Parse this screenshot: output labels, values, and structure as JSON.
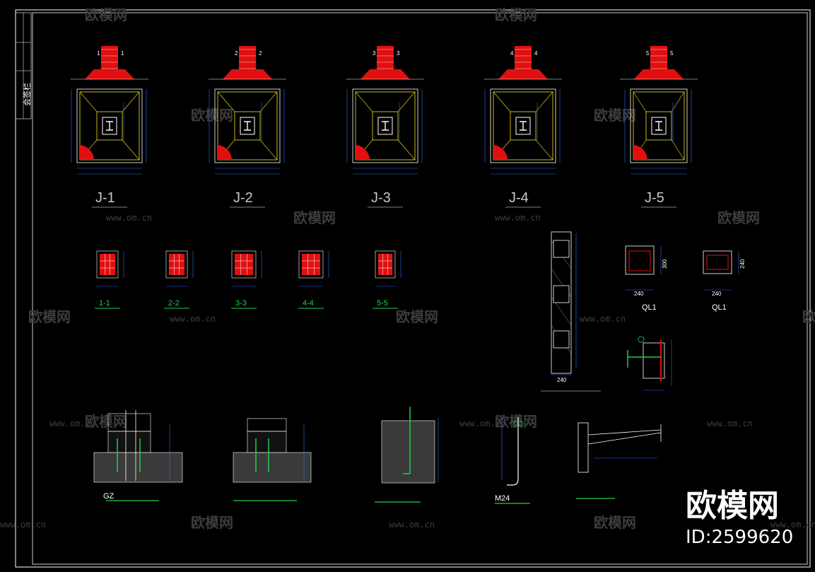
{
  "watermark": {
    "brand": "欧模网",
    "url": "www.om.cn"
  },
  "footings": [
    {
      "title": "J-1",
      "mark": "1"
    },
    {
      "title": "J-2",
      "mark": "2"
    },
    {
      "title": "J-3",
      "mark": "3"
    },
    {
      "title": "J-4",
      "mark": "4"
    },
    {
      "title": "J-5",
      "mark": "5"
    }
  ],
  "sections": [
    "1-1",
    "2-2",
    "3-3",
    "4-4",
    "5-5"
  ],
  "ring_beams": {
    "labels": [
      "QL1",
      "QL1"
    ],
    "dims": [
      "240",
      "240",
      "300",
      "240"
    ],
    "wall_dim": "240"
  },
  "details": {
    "gz_caption": "GZ",
    "m24_caption": "M24"
  },
  "sidebar": {
    "vertical_text": "会签栏"
  },
  "brand_block": {
    "name": "欧模网",
    "id": "ID:2599620"
  },
  "colors": {
    "background": "#000000",
    "rebar_red": "#e01010",
    "outline_yellow": "#f5e61a",
    "dim_blue": "#2d6bff",
    "label_green": "#1fd14a",
    "frame_white": "#ffffff",
    "watermark": "#3c3c3c"
  }
}
